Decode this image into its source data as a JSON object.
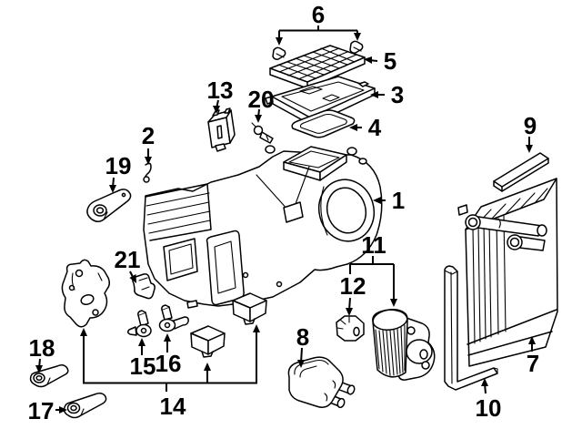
{
  "diagram": {
    "figure_type": "exploded-parts-diagram",
    "subject": "Automotive HVAC heater and blower assembly exploded view",
    "colors": {
      "background": "#ffffff",
      "line_art": "#000000",
      "labels": "#000000"
    },
    "callouts": [
      "1",
      "2",
      "3",
      "4",
      "5",
      "6",
      "7",
      "8",
      "9",
      "10",
      "11",
      "12",
      "13",
      "14",
      "15",
      "16",
      "17",
      "18",
      "19",
      "20",
      "21"
    ]
  }
}
